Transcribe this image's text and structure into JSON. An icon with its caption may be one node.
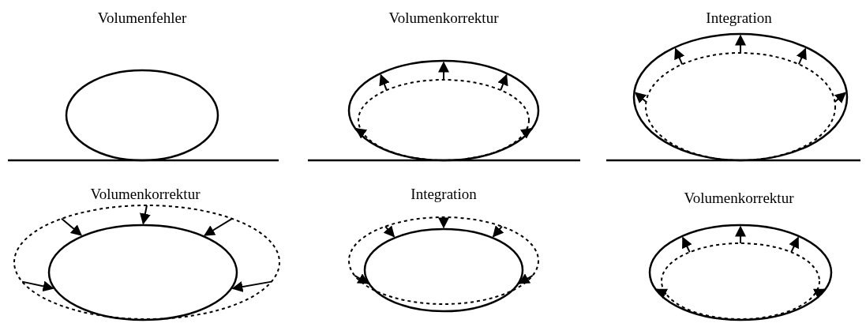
{
  "diagram": {
    "labels": [
      "Volumenfehler",
      "Volumenkorrektur",
      "Integration",
      "Volumenkorrektur",
      "Integration",
      "Volumenkorrektur"
    ]
  }
}
